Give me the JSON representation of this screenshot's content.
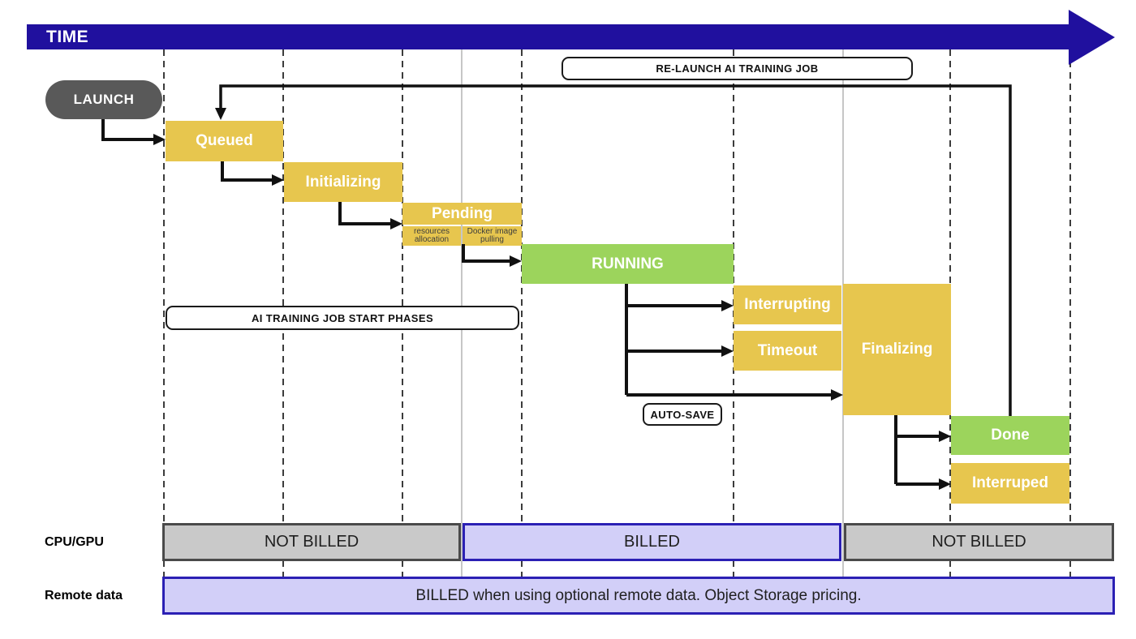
{
  "header": {
    "time_label": "TIME"
  },
  "launch": {
    "label": "LAUNCH"
  },
  "annotations": {
    "relaunch_label": "RE-LAUNCH AI TRAINING JOB",
    "start_phases_label": "AI TRAINING JOB START PHASES",
    "autosave_label": "AUTO-SAVE"
  },
  "states": {
    "queued": {
      "label": "Queued"
    },
    "initializing": {
      "label": "Initializing"
    },
    "pending": {
      "label": "Pending",
      "sub_left": "resources\nallocation",
      "sub_right": "Docker image\npulling"
    },
    "running": {
      "label": "RUNNING"
    },
    "interrupting": {
      "label": "Interrupting"
    },
    "timeout": {
      "label": "Timeout"
    },
    "finalizing": {
      "label": "Finalizing"
    },
    "done": {
      "label": "Done"
    },
    "interruped": {
      "label": "Interruped"
    }
  },
  "billing": {
    "cpu_gpu_row_label": "CPU/GPU",
    "remote_data_row_label": "Remote data",
    "cpu_gpu_segments": [
      {
        "label": "NOT BILLED",
        "billed": false
      },
      {
        "label": "BILLED",
        "billed": true
      },
      {
        "label": "NOT BILLED",
        "billed": false
      }
    ],
    "remote_data_text": "BILLED when using optional remote data. Object Storage pricing."
  },
  "colors": {
    "time_arrow": "#20109E",
    "state_yellow": "#E7C64E",
    "state_green": "#9CD45C",
    "launch_gray": "#595959",
    "not_billed_fill": "#C9C9C9",
    "not_billed_border": "#4A4A4A",
    "billed_fill": "#D2CFF8",
    "billed_border": "#2B20B4",
    "arrow_color": "#111111"
  }
}
